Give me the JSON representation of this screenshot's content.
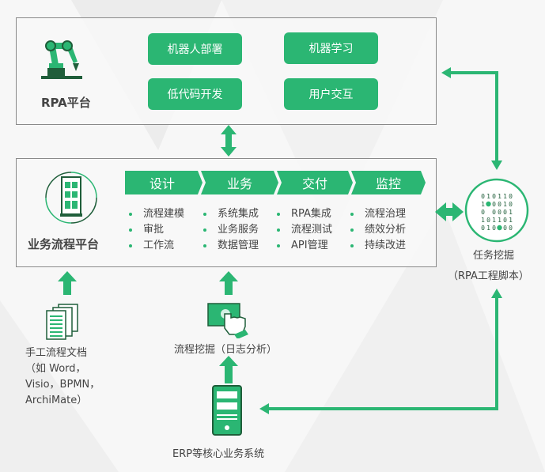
{
  "rpa": {
    "title": "RPA平台",
    "buttons": [
      "机器人部署",
      "机器学习",
      "低代码开发",
      "用户交互"
    ]
  },
  "bpm": {
    "title": "业务流程平台",
    "stages": [
      {
        "label": "设计",
        "items": [
          "流程建模",
          "审批",
          "工作流"
        ]
      },
      {
        "label": "业务",
        "items": [
          "系统集成",
          "业务服务",
          "数据管理"
        ]
      },
      {
        "label": "交付",
        "items": [
          "RPA集成",
          "流程测试",
          "API管理"
        ]
      },
      {
        "label": "监控",
        "items": [
          "流程治理",
          "绩效分析",
          "持续改进"
        ]
      }
    ]
  },
  "task_mining": {
    "title": "任务挖掘",
    "subtitle": "（RPA工程脚本）"
  },
  "manual_docs": {
    "lines": [
      "手工流程文档",
      "（如 Word，",
      "Visio，BPMN，",
      "ArchiMate）"
    ]
  },
  "process_mining": {
    "label": "流程挖掘（日志分析）"
  },
  "erp": {
    "label": "ERP等核心业务系统"
  },
  "colors": {
    "accent": "#2bb673",
    "dark": "#1f5e3a"
  }
}
